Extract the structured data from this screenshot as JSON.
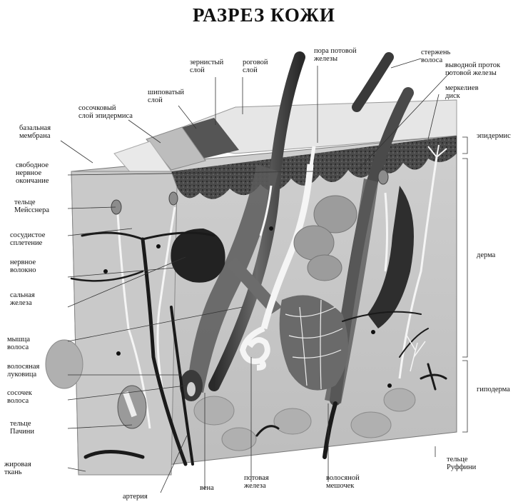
{
  "title": "РАЗРЕЗ КОЖИ",
  "labels": {
    "zernistyi": [
      "зернистый",
      "слой"
    ],
    "rogovoi": [
      "роговой",
      "слой"
    ],
    "pora": [
      "пора потовой",
      "железы"
    ],
    "sterzhen": [
      "стержень",
      "волоса"
    ],
    "protok": [
      "выводной проток",
      "потовой железы"
    ],
    "merkel": [
      "меркелиев",
      "диск"
    ],
    "shipovatyi": [
      "шиповатый",
      "слой"
    ],
    "sosochkovyi": [
      "сосочковый",
      "слой эпидермиса"
    ],
    "bazalnaya": [
      "базальная",
      "мембрана"
    ],
    "svobodnoe": [
      "свободное",
      "нервное",
      "окончание"
    ],
    "meissner": [
      "тельце",
      "Мейсснера"
    ],
    "sosudistoe": [
      "сосудистое",
      "сплетение"
    ],
    "nervnoe": [
      "нервное",
      "волокно"
    ],
    "salnaya": [
      "сальная",
      "железа"
    ],
    "myshca": [
      "мышца",
      "волоса"
    ],
    "lukovica": [
      "волосяная",
      "луковица"
    ],
    "sosochek": [
      "сосочек",
      "волоса"
    ],
    "pachini": [
      "тельце",
      "Пачини"
    ],
    "zhirovaya": [
      "жировая",
      "ткань"
    ],
    "arteriya": [
      "артерия"
    ],
    "vena": [
      "вена"
    ],
    "potovaya": [
      "потовая",
      "железа"
    ],
    "meshochek": [
      "волосяной",
      "мешочек"
    ],
    "ruffini": [
      "тельце",
      "Руффини"
    ],
    "epidermis": [
      "эпидермис"
    ],
    "derma": [
      "дерма"
    ],
    "gipoderma": [
      "гиподерма"
    ]
  },
  "colors": {
    "background": "#ffffff",
    "tissue": "#d9d9d9",
    "epidermis": "#3a3a3a",
    "vessels": "#1a1a1a",
    "nerves": "#f5f5f5"
  }
}
